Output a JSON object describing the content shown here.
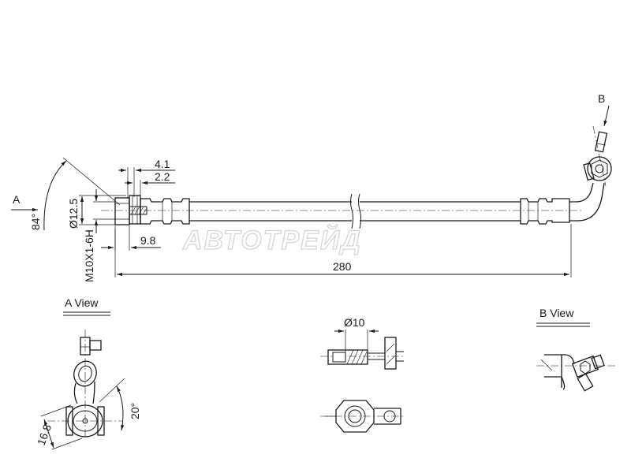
{
  "watermark": "АВТОТРЕЙД",
  "main_view": {
    "view_marker_a": "A",
    "view_marker_b": "B",
    "angle": "84°",
    "dim_thread_dia": "Ø12.5",
    "dim_thread": "M10X1-6H",
    "dim_4_1": "4.1",
    "dim_2_2": "2.2",
    "dim_9_8": "9.8",
    "dim_length": "280"
  },
  "a_view": {
    "title": "A  View",
    "angle": "20°",
    "dim_width": "16.8"
  },
  "section_view": {
    "dim_bore": "Ø10"
  },
  "b_view": {
    "title": "B  View"
  }
}
